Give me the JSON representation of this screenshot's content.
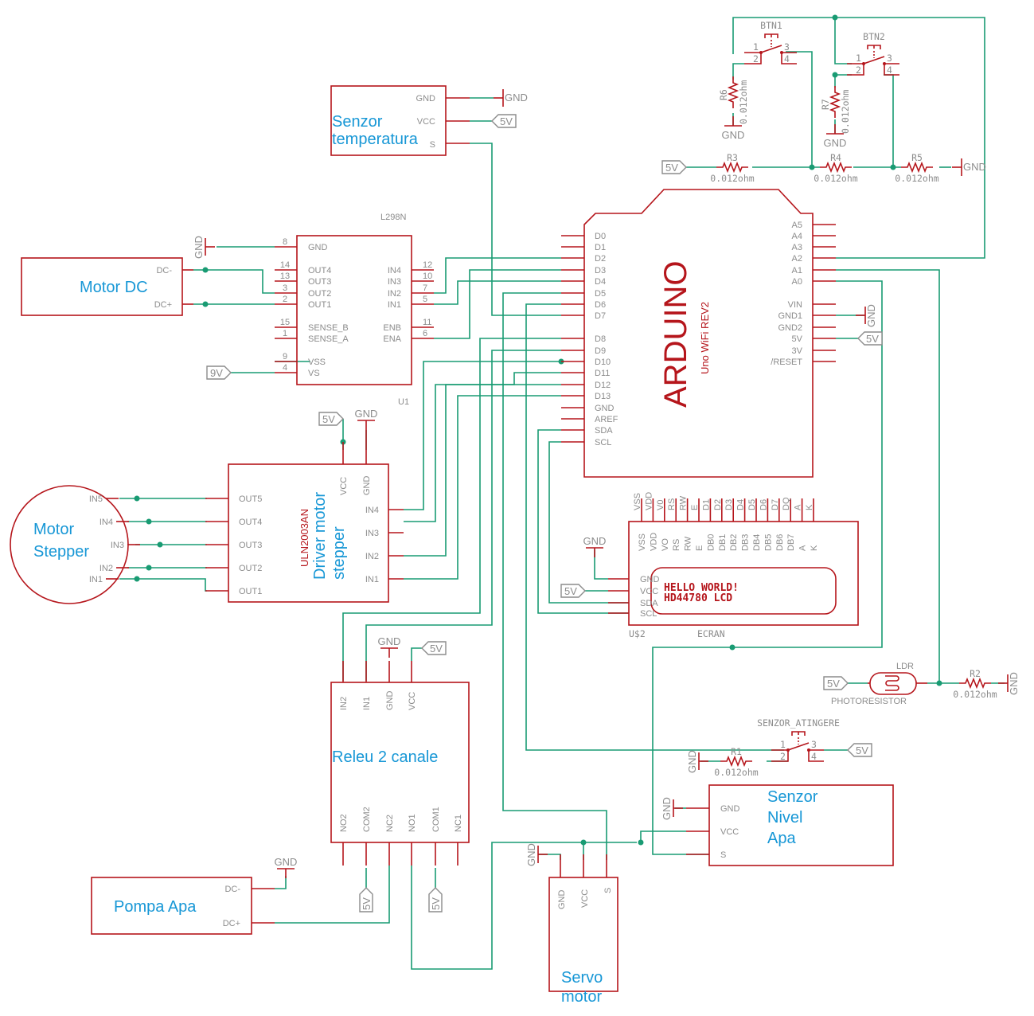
{
  "schematic": {
    "colors": {
      "part": "#b5151b",
      "wire": "#199b73",
      "label": "#8c8c8c",
      "title": "#1797d6"
    },
    "supplies": {
      "gnd": "GND",
      "v5": "5V",
      "v9": "9V"
    },
    "resistor_value": "0.012ohm",
    "buttons": {
      "btn1": "BTN1",
      "btn2": "BTN2",
      "touch": "SENZOR_ATINGERE",
      "pins": [
        "1",
        "2",
        "3",
        "4"
      ]
    },
    "resistors": {
      "r1": "R1",
      "r2": "R2",
      "r3": "R3",
      "r4": "R4",
      "r5": "R5",
      "r6": "R6",
      "r7": "R7"
    },
    "temp_sensor": {
      "title_line1": "Senzor",
      "title_line2": "temperatura",
      "pins": [
        "GND",
        "VCC",
        "S"
      ]
    },
    "l298n": {
      "name": "L298N",
      "ref": "U1",
      "left_pins": [
        {
          "num": "8",
          "label": "GND"
        },
        {
          "num": "14",
          "label": "OUT4"
        },
        {
          "num": "13",
          "label": "OUT3"
        },
        {
          "num": "3",
          "label": "OUT2"
        },
        {
          "num": "2",
          "label": "OUT1"
        },
        {
          "num": "15",
          "label": "SENSE_B"
        },
        {
          "num": "1",
          "label": "SENSE_A"
        },
        {
          "num": "9",
          "label": "VSS"
        },
        {
          "num": "4",
          "label": "VS"
        }
      ],
      "right_pins": [
        {
          "num": "12",
          "label": "IN4"
        },
        {
          "num": "10",
          "label": "IN3"
        },
        {
          "num": "7",
          "label": "IN2"
        },
        {
          "num": "5",
          "label": "IN1"
        },
        {
          "num": "11",
          "label": "ENB"
        },
        {
          "num": "6",
          "label": "ENA"
        }
      ]
    },
    "motor_dc": {
      "title": "Motor DC",
      "pins": [
        "DC-",
        "DC+"
      ]
    },
    "arduino": {
      "title": "ARDUINO",
      "subtitle": "Uno WiFi REV2",
      "left_pins": [
        "D0",
        "D1",
        "D2",
        "D3",
        "D4",
        "D5",
        "D6",
        "D7",
        "D8",
        "D9",
        "D10",
        "D11",
        "D12",
        "D13",
        "GND",
        "AREF",
        "SDA",
        "SCL"
      ],
      "right_pins": [
        "A5",
        "A4",
        "A3",
        "A2",
        "A1",
        "A0",
        "VIN",
        "GND1",
        "GND2",
        "5V",
        "3V",
        "/RESET"
      ]
    },
    "stepper_driver": {
      "part": "ULN2003AN",
      "title_line1": "Driver motor",
      "title_line2": "stepper",
      "out_pins": [
        "OUT5",
        "OUT4",
        "OUT3",
        "OUT2",
        "OUT1"
      ],
      "in_pins": [
        "IN4",
        "IN3",
        "IN2",
        "IN1"
      ],
      "top_pins": [
        "VCC",
        "GND"
      ]
    },
    "stepper_motor": {
      "title_line1": "Motor",
      "title_line2": "Stepper",
      "pins": [
        "IN5",
        "IN4",
        "IN3",
        "IN2",
        "IN1"
      ]
    },
    "lcd": {
      "ref": "U$2",
      "name": "ECRAN",
      "top_pins": [
        "VSS",
        "VDD",
        "V0",
        "RS",
        "RW",
        "E",
        "D1",
        "D2",
        "D3",
        "D4",
        "D5",
        "D6",
        "D7",
        "DQ",
        "A",
        "K"
      ],
      "inner_pins": [
        "VSS",
        "VDD",
        "VO",
        "RS",
        "RW",
        "E",
        "DB0",
        "DB1",
        "DB2",
        "DB3",
        "DB4",
        "DB5",
        "DB6",
        "DB7",
        "A",
        "K"
      ],
      "side_pins": [
        "GND",
        "VCC",
        "SDA",
        "SCL"
      ],
      "line1": "HELLO WORLD!",
      "line2": "HD44780 LCD"
    },
    "ldr": {
      "name": "LDR",
      "label": "PHOTORESISTOR"
    },
    "relay": {
      "title": "Releu 2 canale",
      "top_pins": [
        "IN2",
        "IN1",
        "GND",
        "VCC"
      ],
      "bottom_pins": [
        "NO2",
        "COM2",
        "NC2",
        "NO1",
        "COM1",
        "NC1"
      ]
    },
    "water_level": {
      "title_line1": "Senzor",
      "title_line2": "Nivel",
      "title_line3": "Apa",
      "pins": [
        "GND",
        "VCC",
        "S"
      ]
    },
    "pump": {
      "title": "Pompa Apa",
      "pins": [
        "DC-",
        "DC+"
      ]
    },
    "servo": {
      "title_line1": "Servo",
      "title_line2": "motor",
      "pins": [
        "GND",
        "VCC",
        "S"
      ]
    }
  }
}
